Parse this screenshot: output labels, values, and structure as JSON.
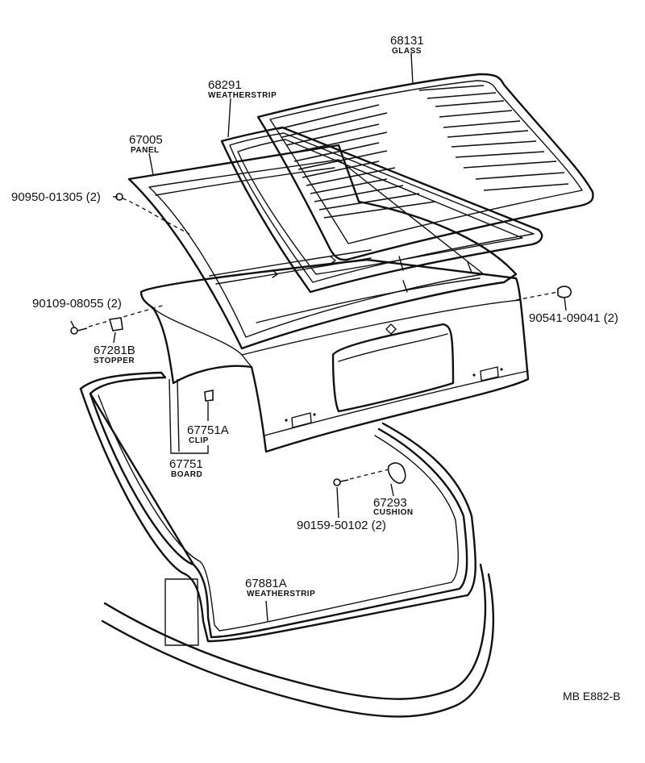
{
  "parts": [
    {
      "id": "p68131",
      "number": "68131",
      "name": "GLASS"
    },
    {
      "id": "p68291",
      "number": "68291",
      "name": "WEATHERSTRIP"
    },
    {
      "id": "p67005",
      "number": "67005",
      "name": "PANEL"
    },
    {
      "id": "p90950",
      "number": "90950-01305 (2)",
      "name": ""
    },
    {
      "id": "p90109",
      "number": "90109-08055  (2)",
      "name": ""
    },
    {
      "id": "p67281",
      "number": "67281B",
      "name": "STOPPER"
    },
    {
      "id": "p90541",
      "number": "90541-09041  (2)",
      "name": ""
    },
    {
      "id": "p67751A",
      "number": "67751A",
      "name": "CLIP"
    },
    {
      "id": "p67751",
      "number": "67751",
      "name": "BOARD"
    },
    {
      "id": "p67293",
      "number": "67293",
      "name": "CUSHION"
    },
    {
      "id": "p90159",
      "number": "90159-50102  (2)",
      "name": ""
    },
    {
      "id": "p67881",
      "number": "67881A",
      "name": "WEATHERSTRIP"
    }
  ],
  "reference_code": "MB E882-B"
}
